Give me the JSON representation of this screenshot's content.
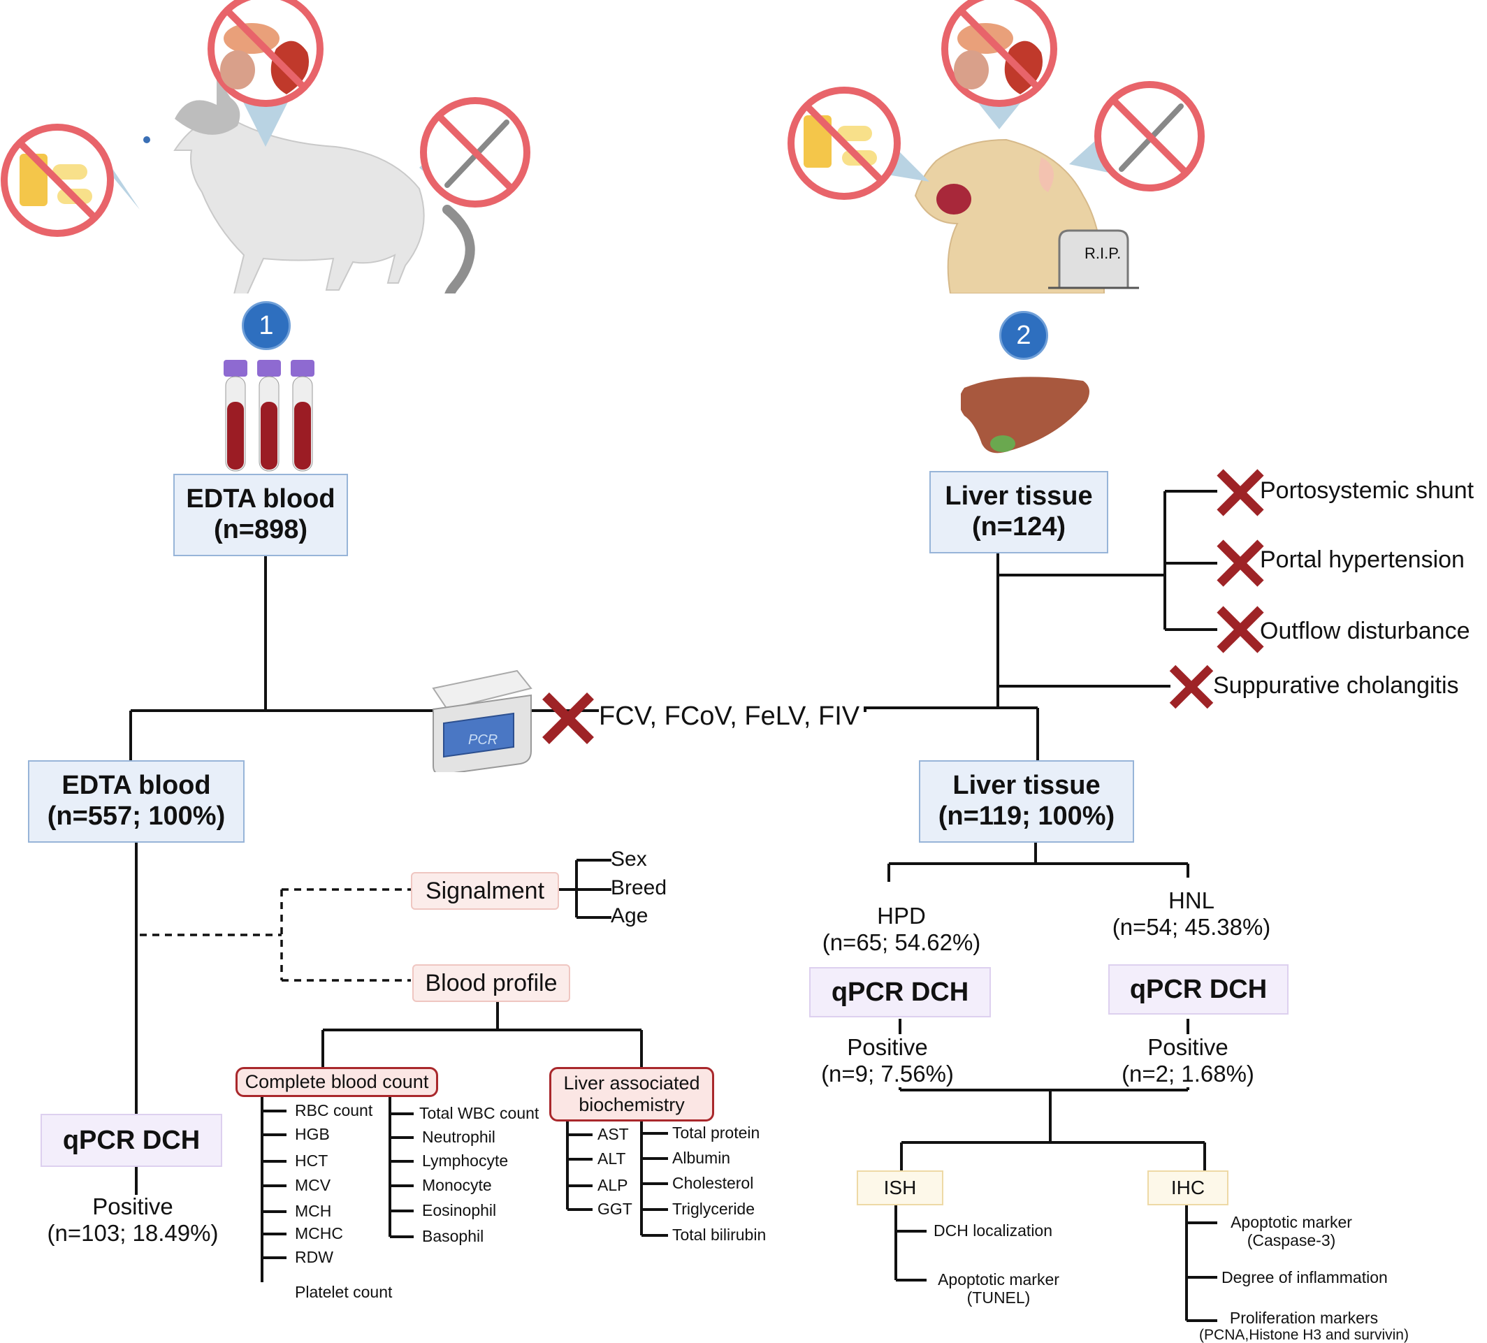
{
  "steps": {
    "one": "1",
    "two": "2"
  },
  "left": {
    "edta_top": {
      "title": "EDTA blood",
      "n": "(n=898)"
    },
    "edta_mid": {
      "title": "EDTA blood",
      "n": "(n=557; 100%)"
    },
    "qpcr": "qPCR DCH",
    "positive": {
      "label": "Positive",
      "n": "(n=103; 18.49%)"
    },
    "signalment": {
      "label": "Signalment",
      "items": [
        "Sex",
        "Breed",
        "Age"
      ]
    },
    "blood_profile": {
      "label": "Blood profile",
      "cbc": {
        "title": "Complete blood count",
        "col1": [
          "RBC count",
          "HGB",
          "HCT",
          "MCV",
          "MCH",
          "MCHC",
          "RDW",
          "Platelet count"
        ],
        "col2": [
          "Total WBC count",
          "Neutrophil",
          "Lymphocyte",
          "Monocyte",
          "Eosinophil",
          "Basophil"
        ]
      },
      "liver": {
        "title_line1": "Liver associated",
        "title_line2": "biochemistry",
        "col1": [
          "AST",
          "ALT",
          "ALP",
          "GGT"
        ],
        "col2": [
          "Total protein",
          "Albumin",
          "Cholesterol",
          "Triglyceride",
          "Total bilirubin"
        ]
      }
    }
  },
  "middle": {
    "pcr_screen": "PCR",
    "exclusion": "FCV, FCoV, FeLV, FIV"
  },
  "right": {
    "rip": "R.I.P.",
    "liver_top": {
      "title": "Liver tissue",
      "n": "(n=124)"
    },
    "exclusions": [
      "Portosystemic shunt",
      "Portal hypertension",
      "Outflow disturbance",
      "Suppurative cholangitis"
    ],
    "liver_mid": {
      "title": "Liver tissue",
      "n": "(n=119; 100%)"
    },
    "hpd": {
      "label": "HPD",
      "n": "(n=65; 54.62%)",
      "qpcr": "qPCR DCH",
      "pos": "Positive",
      "pos_n": "(n=9; 7.56%)"
    },
    "hnl": {
      "label": "HNL",
      "n": "(n=54; 45.38%)",
      "qpcr": "qPCR DCH",
      "pos": "Positive",
      "pos_n": "(n=2; 1.68%)"
    },
    "ish": {
      "label": "ISH",
      "items": [
        "DCH localization",
        "Apoptotic marker",
        "(TUNEL)"
      ]
    },
    "ihc": {
      "label": "IHC",
      "items": [
        "Apoptotic marker",
        "(Caspase-3)",
        "Degree of inflammation",
        "Proliferation markers",
        "(PCNA,Histone H3 and survivin)"
      ]
    }
  },
  "colors": {
    "box_blue": "#e8eff9",
    "box_border": "#97b4d8",
    "cross": "#9e2326",
    "step_circle": "#2e6fbf",
    "no_sign": "#e8646a"
  }
}
